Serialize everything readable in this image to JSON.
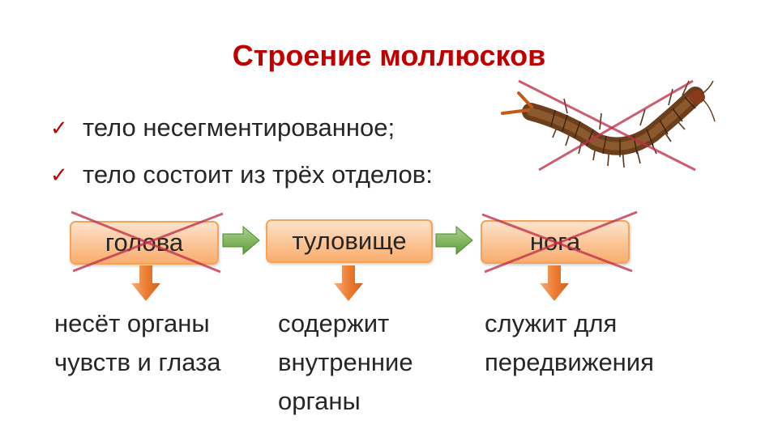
{
  "title": "Строение моллюсков",
  "bullets": [
    "тело несегментированное;",
    "тело состоит из трёх отделов:"
  ],
  "parts": [
    {
      "label": "голова",
      "crossed": true,
      "desc": [
        "несёт органы",
        "чувств и глаза"
      ]
    },
    {
      "label": "туловище",
      "crossed": false,
      "desc": [
        "содержит",
        "внутренние",
        "органы"
      ]
    },
    {
      "label": "нога",
      "crossed": true,
      "desc": [
        "служит для",
        "передвижения"
      ]
    }
  ],
  "colors": {
    "title": "#c00000",
    "checkmark": "#c00000",
    "box_fill": "#fbc79a",
    "box_border": "#f5a35a",
    "right_arrow": "#70ad47",
    "down_arrow": "#ed7d31",
    "cross": "#c0304a"
  },
  "icons": {
    "bullet": "check-icon",
    "picture": "centipede-image"
  }
}
